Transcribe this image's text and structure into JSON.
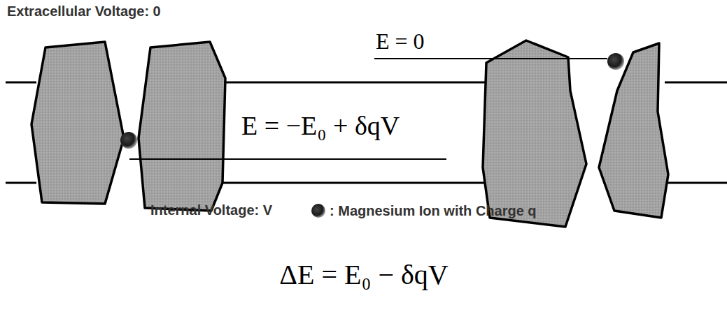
{
  "diagram": {
    "labels": [
      "Extracellular Voltage: 0",
      "E = 0",
      "E = −E₀ + δqV",
      "Internal Voltage: V",
      "ΔE = E₀ − δqV"
    ],
    "legend": [
      {
        "text": ": Magnesium Ion with Charge q"
      }
    ]
  }
}
